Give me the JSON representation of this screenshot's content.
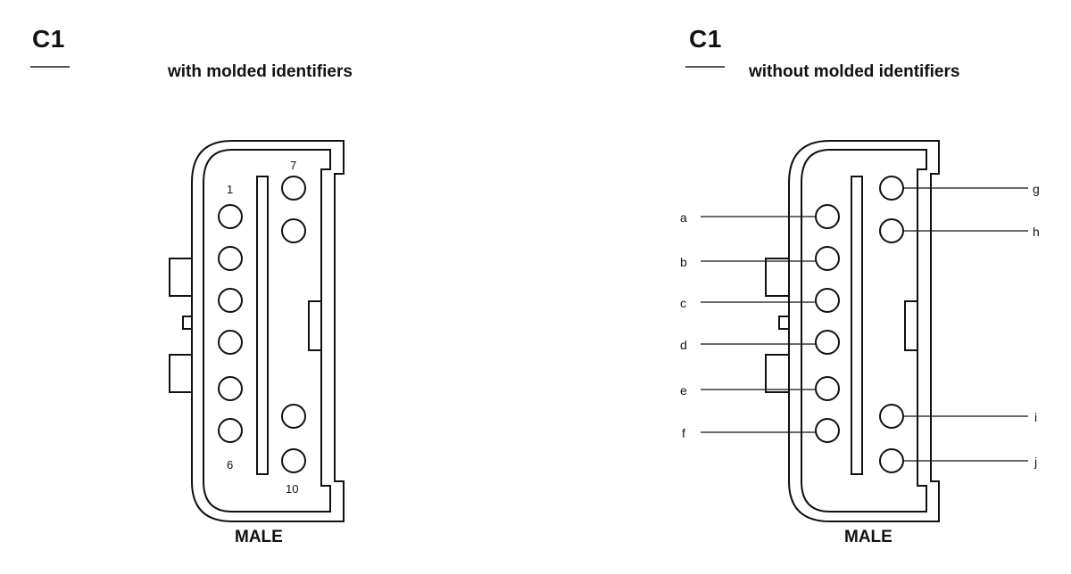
{
  "left": {
    "connector_id": "C1",
    "subtitle": "with molded identifiers",
    "gender": "MALE",
    "pin_labels": [
      "1",
      "6",
      "7",
      "10"
    ]
  },
  "right": {
    "connector_id": "C1",
    "subtitle": "without molded identifiers",
    "gender": "MALE",
    "callouts": [
      "a",
      "b",
      "c",
      "d",
      "e",
      "f",
      "g",
      "h",
      "i",
      "j"
    ]
  }
}
